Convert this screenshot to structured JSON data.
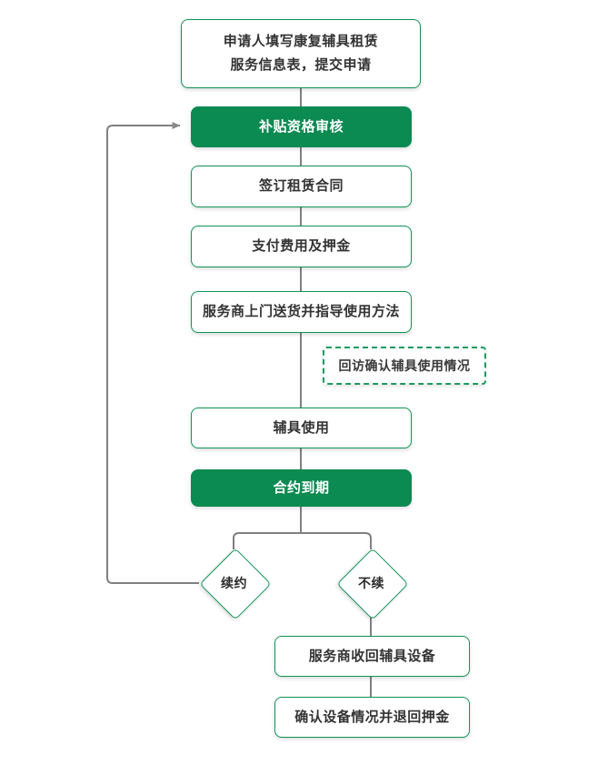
{
  "diagram": {
    "type": "flowchart",
    "orientation": "top-to-bottom",
    "colors": {
      "accent_green_fill": "#0B8A52",
      "accent_green_border": "#109356",
      "dashed_border": "#1A9A5E",
      "connector_gray": "#808080",
      "text_dark": "#333333",
      "text_on_fill": "#FFFFFF",
      "background": "#FFFFFF"
    },
    "nodes": [
      {
        "id": "apply",
        "label": "申请人填写康复辅具租赁\n服务信息表，提交申请",
        "style": "outline"
      },
      {
        "id": "subsidy-review",
        "label": "补贴资格审核",
        "style": "filled"
      },
      {
        "id": "sign-contract",
        "label": "签订租赁合同",
        "style": "outline"
      },
      {
        "id": "pay-fee-deposit",
        "label": "支付费用及押金",
        "style": "outline"
      },
      {
        "id": "delivery-guidance",
        "label": "服务商上门送货并指导使用方法",
        "style": "outline"
      },
      {
        "id": "followup-check",
        "label": "回访确认辅具使用情况",
        "style": "dashed"
      },
      {
        "id": "use-device",
        "label": "辅具使用",
        "style": "outline"
      },
      {
        "id": "contract-expire",
        "label": "合约到期",
        "style": "filled"
      },
      {
        "id": "renew",
        "label": "续约",
        "style": "diamond"
      },
      {
        "id": "not-renew",
        "label": "不续",
        "style": "diamond"
      },
      {
        "id": "collect-device",
        "label": "服务商收回辅具设备",
        "style": "outline"
      },
      {
        "id": "confirm-refund",
        "label": "确认设备情况并退回押金",
        "style": "outline"
      }
    ],
    "edges": [
      {
        "from": "apply",
        "to": "subsidy-review",
        "arrow": false
      },
      {
        "from": "subsidy-review",
        "to": "sign-contract",
        "arrow": false
      },
      {
        "from": "sign-contract",
        "to": "pay-fee-deposit",
        "arrow": false
      },
      {
        "from": "pay-fee-deposit",
        "to": "delivery-guidance",
        "arrow": false
      },
      {
        "from": "delivery-guidance",
        "to": "use-device",
        "arrow": false
      },
      {
        "from": "use-device",
        "to": "contract-expire",
        "arrow": false
      },
      {
        "from": "contract-expire",
        "to": "renew",
        "arrow": false
      },
      {
        "from": "contract-expire",
        "to": "not-renew",
        "arrow": false
      },
      {
        "from": "renew",
        "to": "subsidy-review",
        "arrow": true,
        "label": ""
      },
      {
        "from": "not-renew",
        "to": "collect-device",
        "arrow": false
      },
      {
        "from": "collect-device",
        "to": "confirm-refund",
        "arrow": false
      }
    ]
  }
}
